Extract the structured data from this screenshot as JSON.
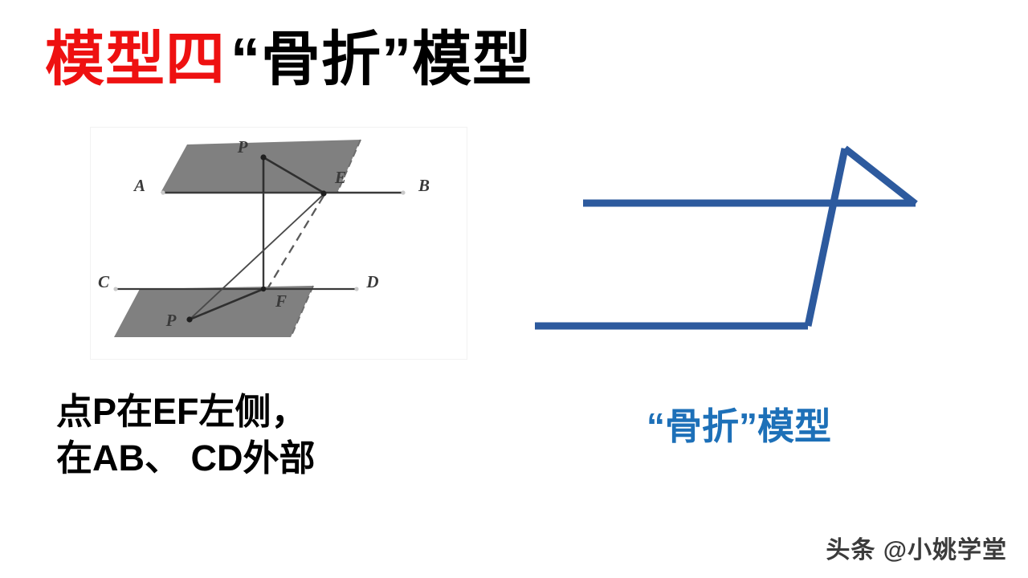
{
  "title": {
    "primary": "模型四",
    "secondary": "“骨折”模型"
  },
  "geometry_figure": {
    "caption_lines": [
      "点P在EF左侧，",
      "在AB、 CD外部"
    ],
    "labels": {
      "point_a": "A",
      "point_b": "B",
      "point_c": "C",
      "point_d": "D",
      "point_e": "E",
      "point_f": "F",
      "point_p_upper": "P",
      "point_p_lower": "P"
    },
    "colors": {
      "plane_fill": "#808080",
      "line": "#3a3a3a"
    }
  },
  "bone_model": {
    "caption": "“骨折”模型",
    "color": "#2d5a9e",
    "caption_color": "#1d70b8"
  },
  "watermark": {
    "text": "头条 @小姚学堂"
  },
  "colors": {
    "title_red": "#ee1111",
    "title_black": "#000000",
    "blue": "#2d5a9e",
    "background": "#ffffff"
  }
}
